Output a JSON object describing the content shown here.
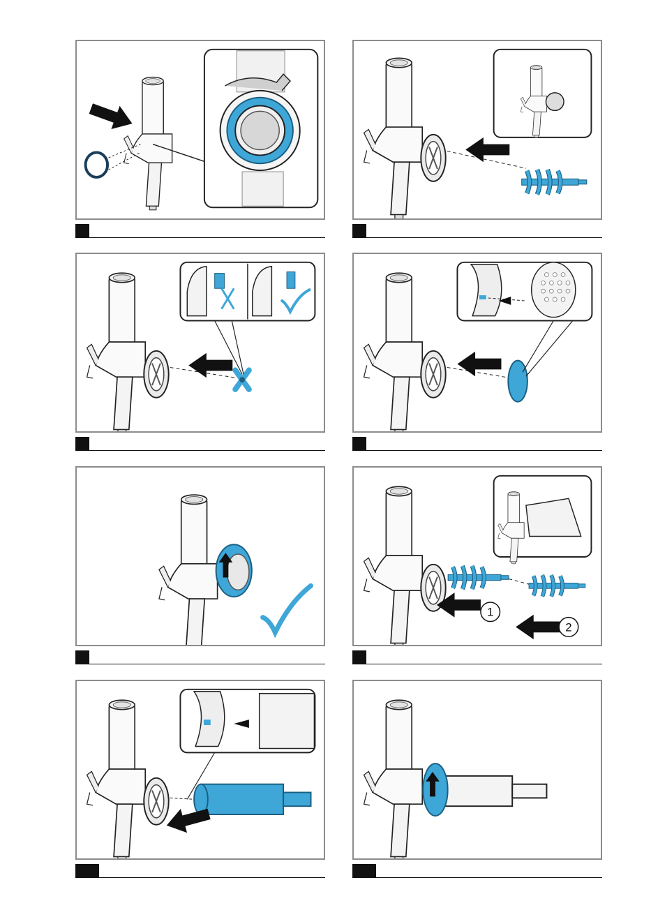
{
  "page": {
    "background": "#ffffff",
    "panel_border_color": "#8c8c8c",
    "accent_color": "#3ea7d8",
    "steps": [
      {
        "id": "step-1",
        "label": ""
      },
      {
        "id": "step-2",
        "label": ""
      },
      {
        "id": "step-3",
        "label": ""
      },
      {
        "id": "step-4",
        "label": ""
      },
      {
        "id": "step-5",
        "label": ""
      },
      {
        "id": "step-6",
        "label": ""
      },
      {
        "id": "step-7",
        "label": ""
      },
      {
        "id": "step-8",
        "label": ""
      }
    ],
    "callouts": {
      "order_first": "1",
      "order_second": "2"
    }
  }
}
